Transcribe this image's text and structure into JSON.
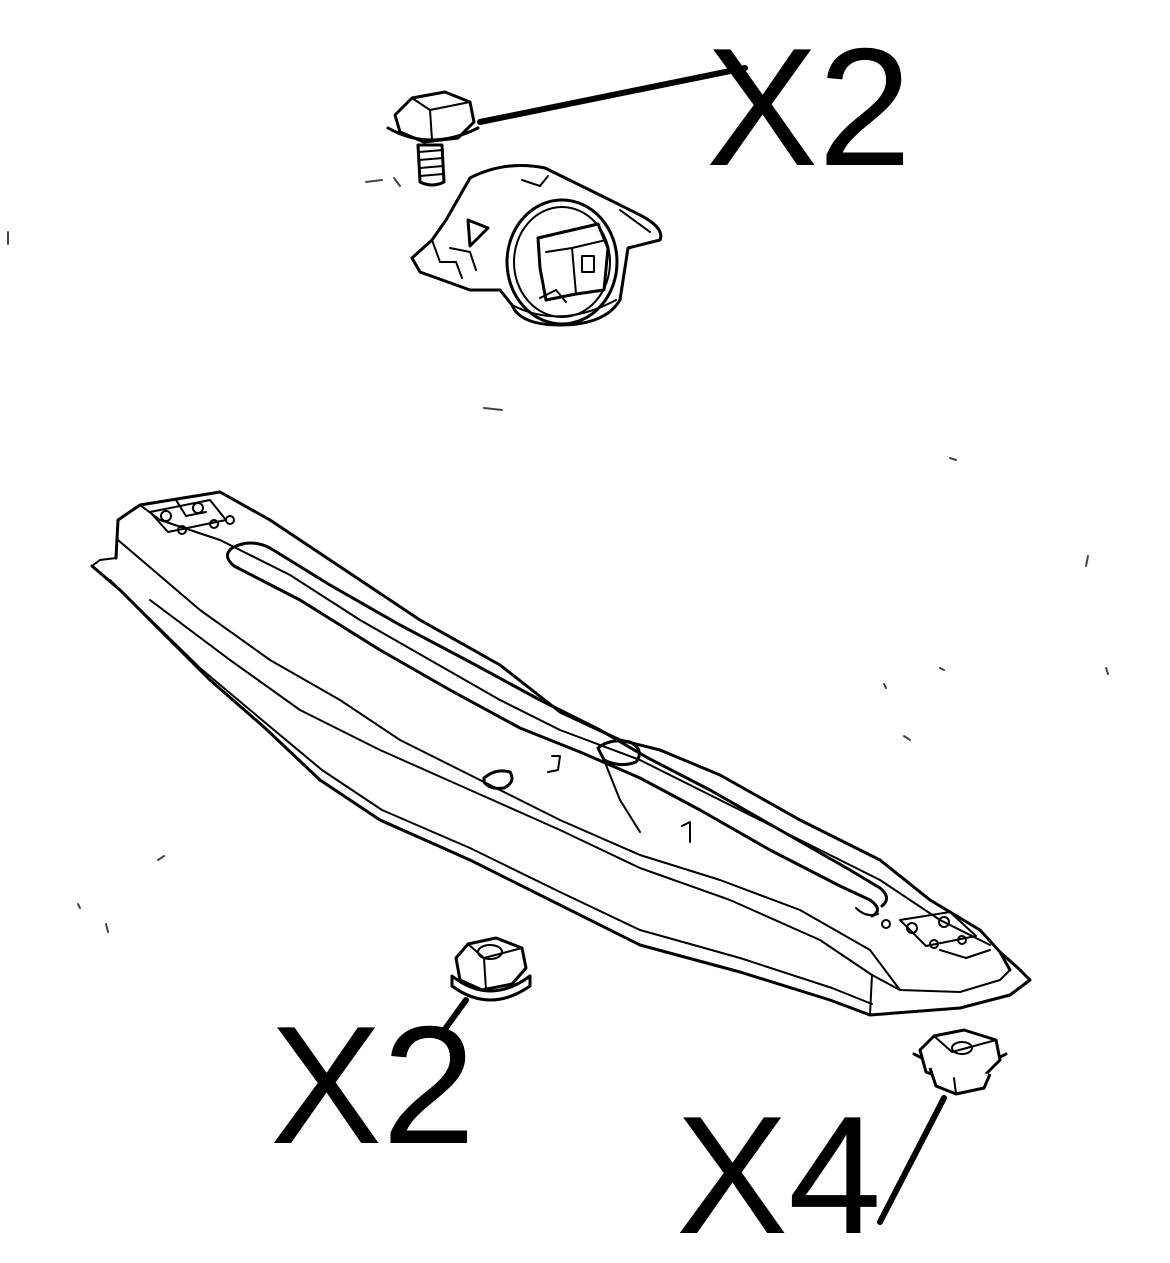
{
  "callouts": {
    "bolt_qty": "X2",
    "lower_nut_qty": "X2",
    "flange_nut_qty": "X4"
  },
  "colors": {
    "ink": "#000000",
    "background": "#ffffff"
  }
}
